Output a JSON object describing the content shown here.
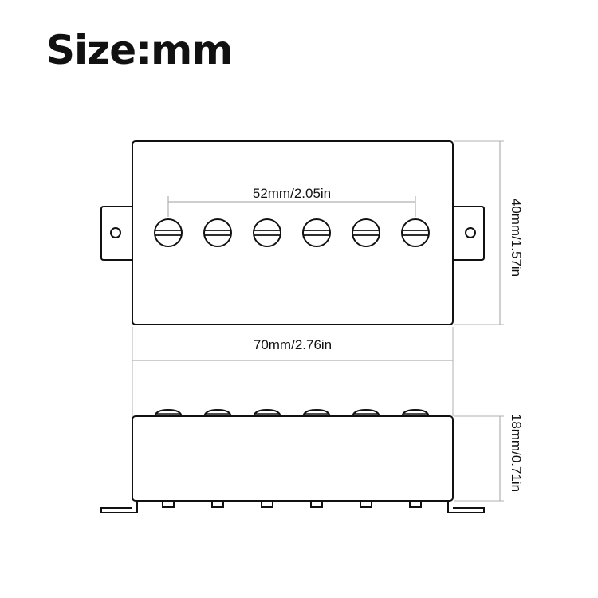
{
  "title": "Size:mm",
  "dimensions": {
    "pole_spacing": "52mm/2.05in",
    "width": "70mm/2.76in",
    "height": "40mm/1.57in",
    "depth": "18mm/0.71in"
  },
  "colors": {
    "outline": "#111111",
    "dimension_line": "#b0b0b0",
    "text": "#111111"
  }
}
